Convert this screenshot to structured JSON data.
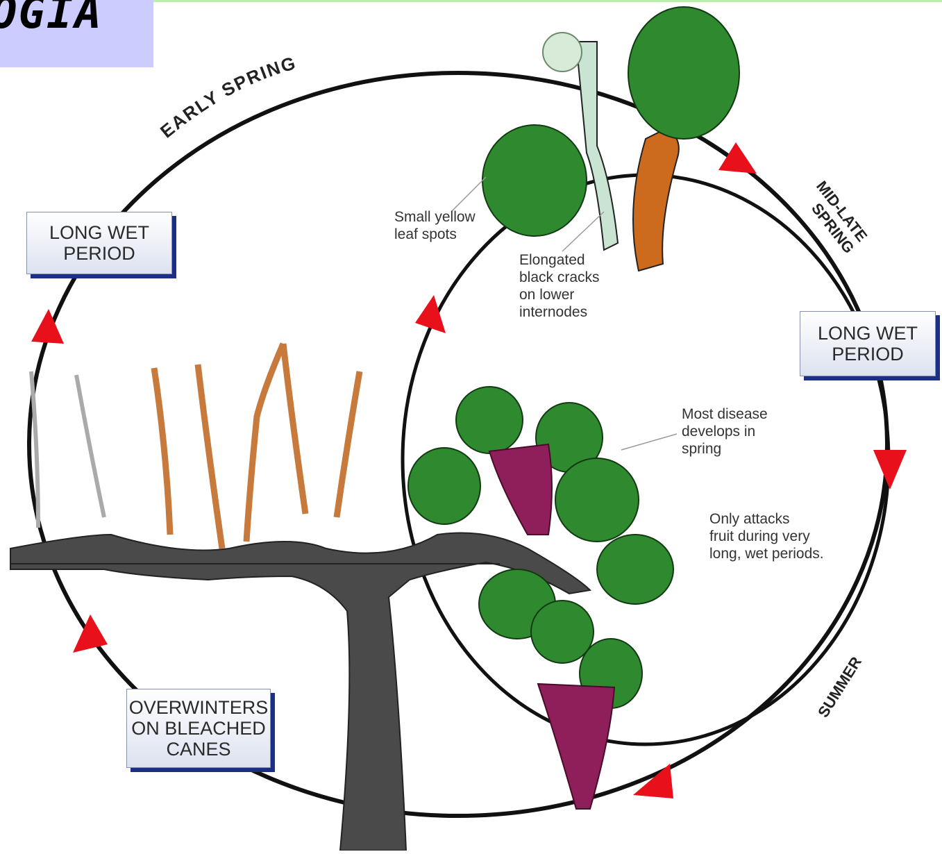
{
  "title": "OGIA",
  "seasons": {
    "early_spring": "EARLY SPRING",
    "mid_late_spring_1": "MID-LATE",
    "mid_late_spring_2": "SPRING",
    "summer": "SUMMER"
  },
  "boxes": {
    "long_wet_left": "LONG WET\nPERIOD",
    "long_wet_right": "LONG WET\nPERIOD",
    "overwinters": "OVERWINTERS\nON BLEACHED\nCANES"
  },
  "notes": {
    "leaf_spots": "Small yellow\nleaf spots",
    "black_cracks": "Elongated\nblack cracks\non lower\ninternodes",
    "most_disease": "Most disease\ndevelops in\nspring",
    "fruit_attack": "Only attacks\nfruit during very\nlong, wet periods."
  },
  "colors": {
    "arrow": "#e8101a",
    "leaf": "#2f8a2f",
    "grape": "#8e1f5a",
    "trunk": "#4a4a4a",
    "cane": "#c77a3c",
    "box_shadow": "#1c2f86",
    "title_bg": "#ccccff"
  }
}
